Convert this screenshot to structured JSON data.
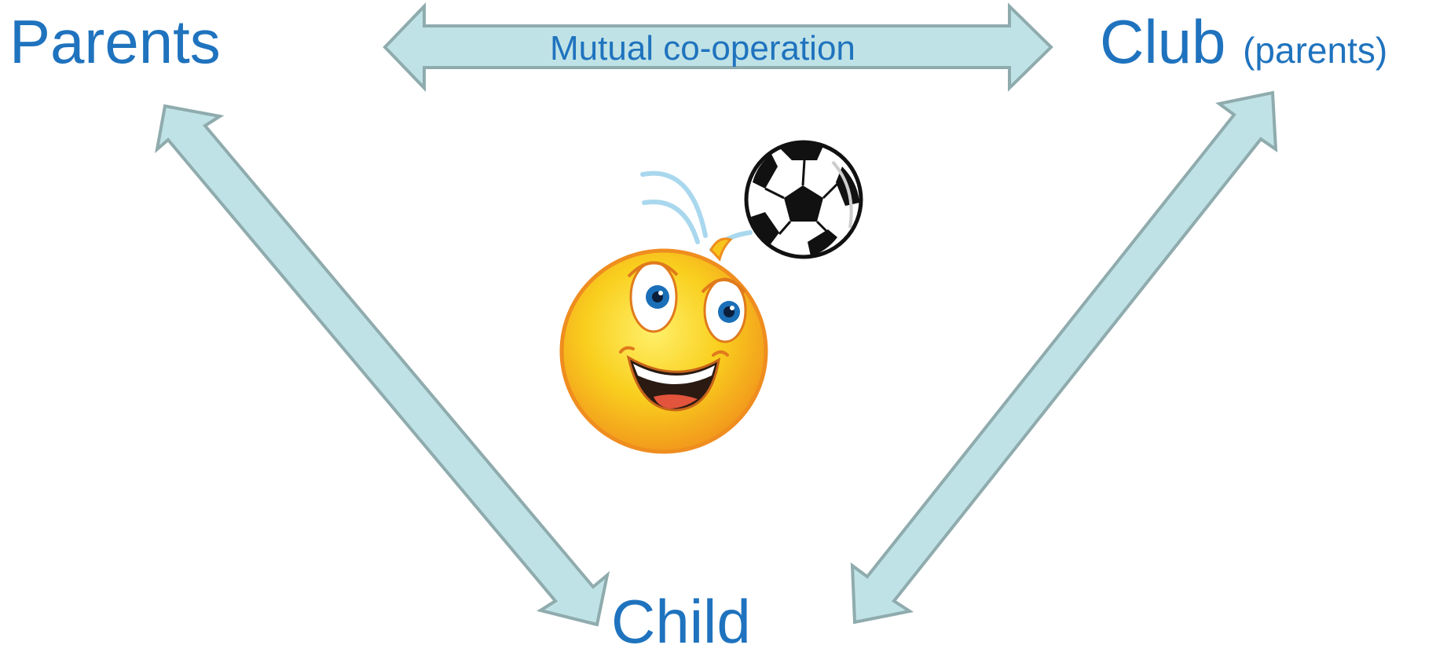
{
  "labels": {
    "parents": "Parents",
    "club": "Club",
    "club_sub": "(parents)",
    "child": "Child",
    "mutual": "Mutual co-operation"
  },
  "colors": {
    "text": "#1f73be",
    "arrow_fill": "#bfe2e6",
    "arrow_stroke": "#8fabad",
    "smiley_face": "#f7c51b",
    "smiley_rim": "#ef8d1f",
    "eye_iris": "#1a6fb8",
    "ball_black": "#111111"
  },
  "icons": {
    "character": "smiley-face-icon",
    "ball": "soccer-ball-icon"
  }
}
